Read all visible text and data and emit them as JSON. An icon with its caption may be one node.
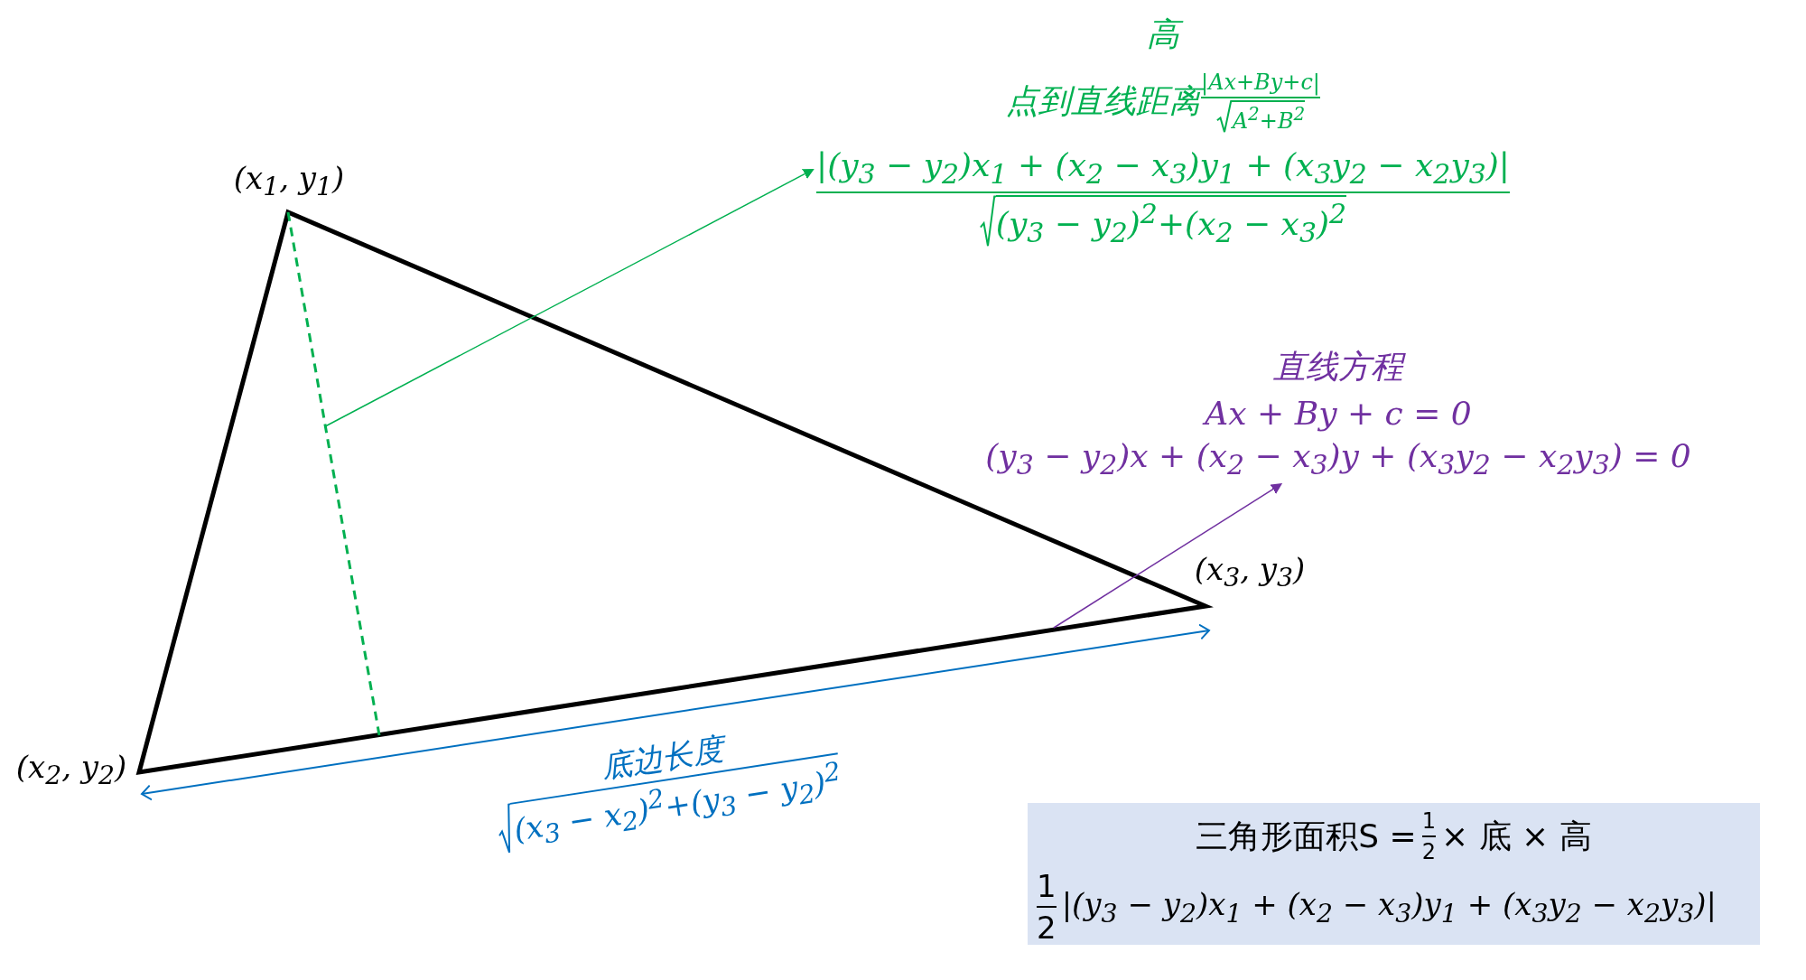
{
  "diagram": {
    "nodes": [
      {
        "text": [],
        "shape": "line"
      },
      {
        "text": [
          "高",
          "点到直线距离",
          "|Ax+By+c|",
          "A$^{2}$+B$^{2}$",
          "|(y$_{3}$ − y$_{2}$)x$_{1}$ + (x$_{2}$ − x$_{3}$)y$_{1}$ + (x$_{3}$y$_{2}$ − x$_{2}$y$_{3}$)|",
          "(y$_{3}$ − y$_{2}$)$^{2}$+(x$_{2}$ − x$_{3}$)$^{2}$"
        ]
      },
      {
        "text": [
          "直线方程",
          "Ax + By + c = 0",
          "(y$_{3}$ − y$_{2}$)x + (x$_{2}$ − x$_{3}$)y + (x$_{3}$y$_{2}$ − x$_{2}$y$_{3}$) = 0"
        ]
      },
      {
        "text": [
          "三角形面积S =",
          "1",
          "2",
          "× 底 × 高",
          "1",
          "2",
          "|(y$_{3}$ − y$_{2}$)x$_{1}$ + (x$_{2}$ − x$_{3}$)y$_{1}$ + (x$_{3}$y$_{2}$ − x$_{2}$y$_{3}$)|"
        ]
      }
    ],
    "edges": [
      {
        "from": 0,
        "to": 1,
        "arrow": "to",
        "color": "#00b050"
      },
      {
        "from": null,
        "to": 2,
        "arrow": "to",
        "color": "#7030a0"
      }
    ],
    "labels": [
      "(x$_{1}$, y$_{1}$)",
      "(x$_{3}$, y$_{3}$)",
      "(x$_{2}$, y$_{2}$)",
      "底边长度",
      "(x$_{3}$ − x$_{2}$)$^{2}$+(y$_{3}$ − y$_{2}$)$^{2}$"
    ]
  }
}
